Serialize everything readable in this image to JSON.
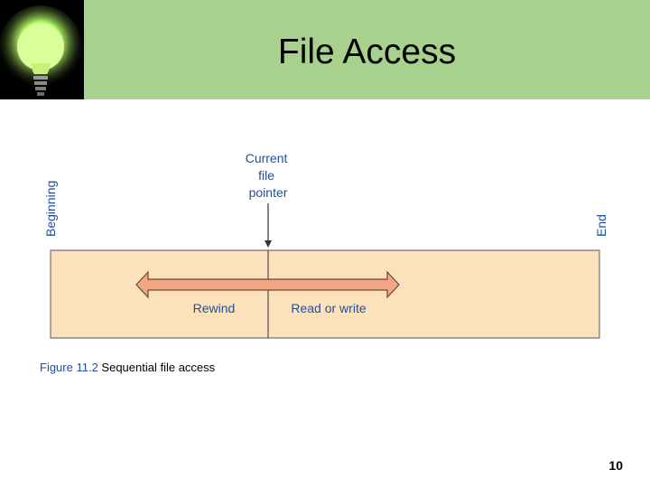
{
  "slide": {
    "title": "File Access",
    "page_number": "10"
  },
  "colors": {
    "header_bg": "#a9d18e",
    "strip_fill": "#fbe2bc",
    "arrow_fill": "#f4a582",
    "caption_label": "#1f4e9e"
  },
  "icons": {
    "logo": "lightbulb-icon"
  },
  "diagram": {
    "beginning_label": "Beginning",
    "end_label": "End",
    "pointer_label_lines": [
      "Current",
      "file",
      "pointer"
    ],
    "rewind_label": "Rewind",
    "read_write_label": "Read or write"
  },
  "caption": {
    "figure_label": "Figure 11.2",
    "text": "Sequential file access"
  }
}
